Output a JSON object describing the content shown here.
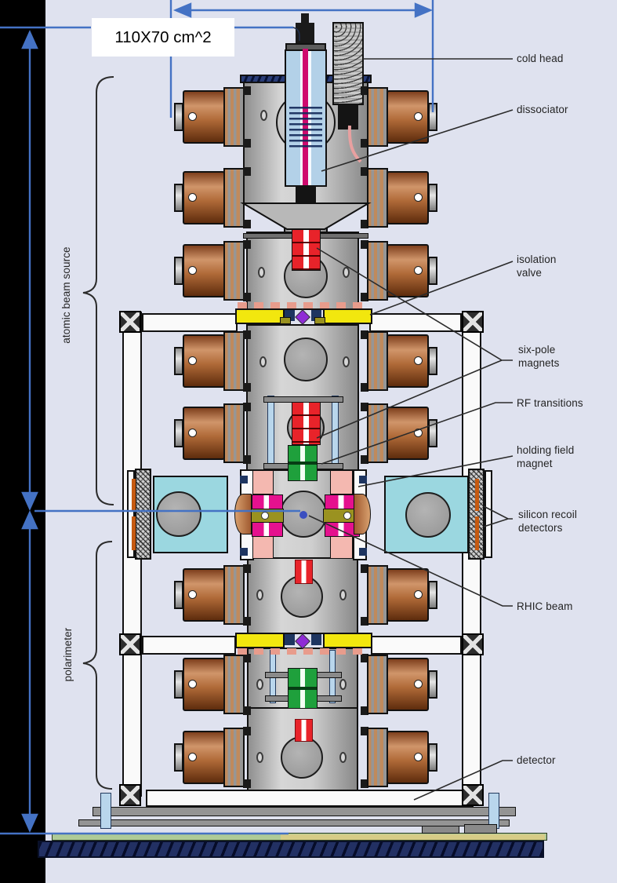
{
  "figure": {
    "dimension_label": "110X70 cm^2",
    "section_labels": [
      {
        "id": "atomic-beam-source",
        "text": "atomic beam source"
      },
      {
        "id": "polarimeter",
        "text": "polarimeter"
      }
    ],
    "part_labels": [
      {
        "id": "cold-head",
        "text": "cold head"
      },
      {
        "id": "dissociator",
        "text": "dissociator"
      },
      {
        "id": "isolation-valve",
        "text": "isolation\nvalve"
      },
      {
        "id": "six-pole-magnets",
        "text": "six-pole\nmagnets"
      },
      {
        "id": "rf-transitions",
        "text": "RF transitions"
      },
      {
        "id": "holding-field-magnet",
        "text": "holding field\nmagnet"
      },
      {
        "id": "silicon-recoil-detectors",
        "text": "silicon recoil\ndetectors"
      },
      {
        "id": "rhic-beam",
        "text": "RHIC beam"
      },
      {
        "id": "detector",
        "text": "detector"
      }
    ],
    "colors": {
      "background": "#dfe2ef",
      "annotation_blue": "#4472c4",
      "pointer_black": "#2b2b2b",
      "coil_brown": "#a2592e",
      "valve_yellow": "#f2e70e",
      "magnet_red": "#e8232a",
      "rf_green": "#1fa03c",
      "detector_cyan": "#9bd7e0",
      "holding_pink": "#f4b8b0",
      "magnet_magenta": "#e5118e",
      "silicon_orange": "#c55a11",
      "beam_dot_blue": "#3b4fc0"
    }
  }
}
